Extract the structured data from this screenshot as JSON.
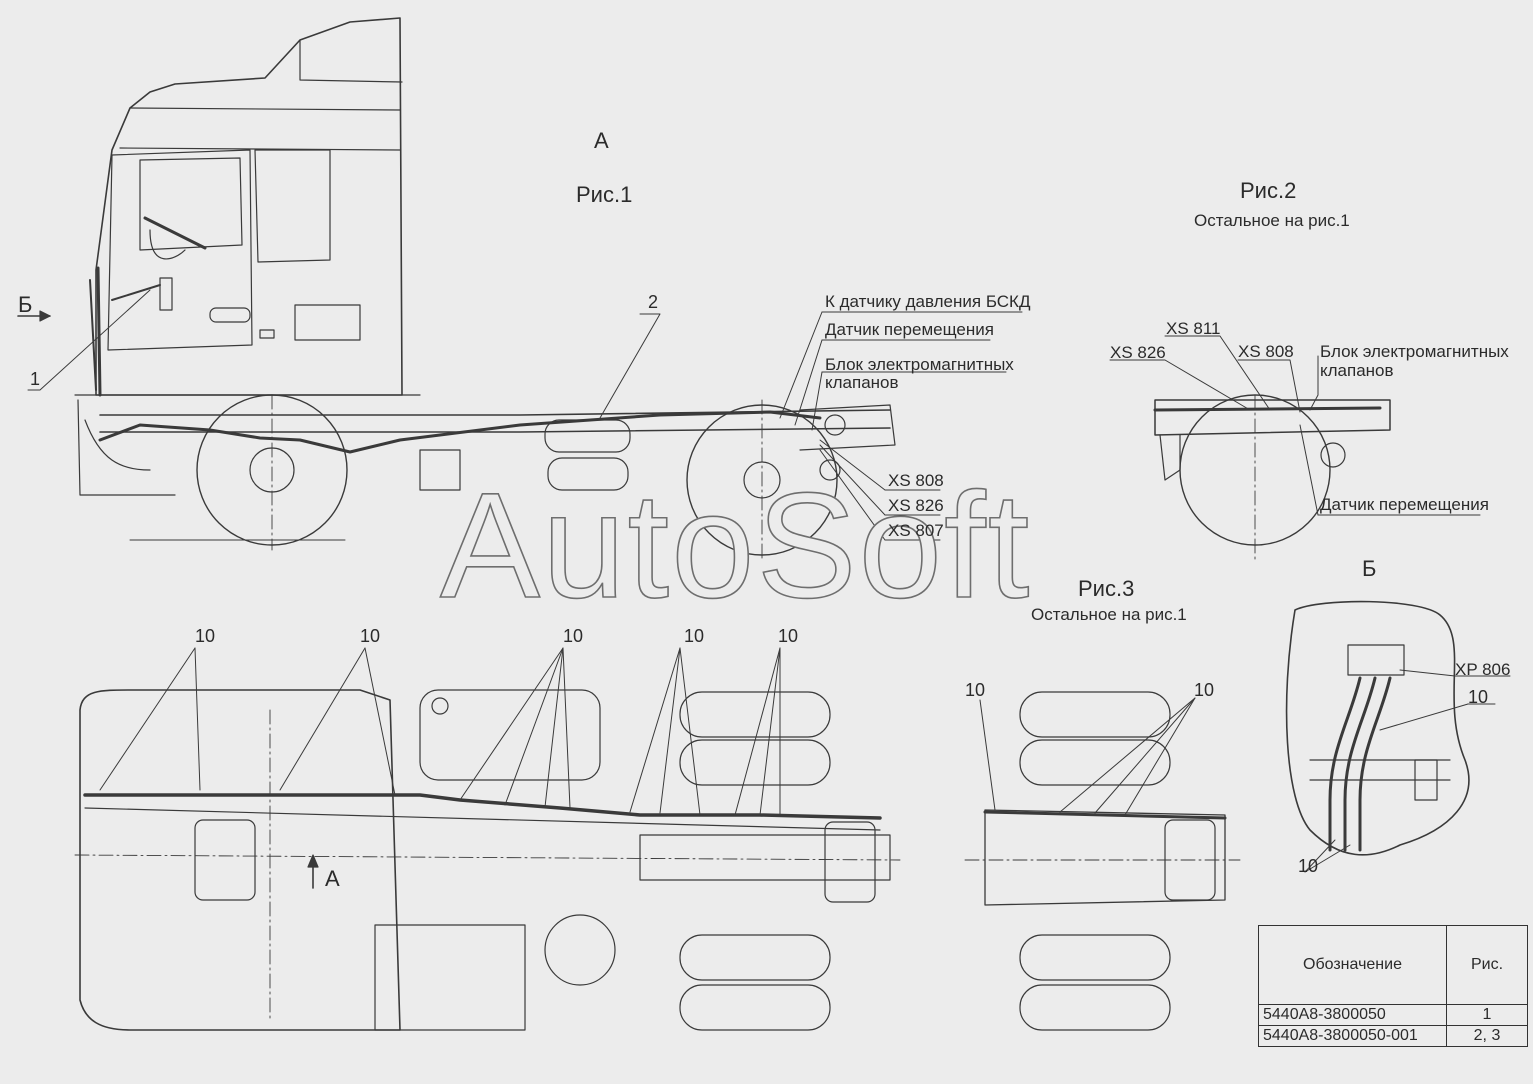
{
  "views": {
    "view_a": "А",
    "fig1": "Рис.1",
    "fig2": "Рис.2",
    "fig2_note": "Остальное на рис.1",
    "fig3": "Рис.3",
    "fig3_note": "Остальное на рис.1",
    "view_b": "Б",
    "arrow_b": "Б",
    "arrow_a": "А"
  },
  "fig1_labels": {
    "pos1": "1",
    "pos2": "2",
    "bskd": "К датчику давления БСКД",
    "displacement": "Датчик перемещения",
    "valve_block_l1": "Блок электромагнитных",
    "valve_block_l2": "клапанов",
    "xs808": "XS 808",
    "xs826": "XS 826",
    "xs807": "XS 807"
  },
  "fig2_labels": {
    "xs811": "XS 811",
    "xs826": "XS 826",
    "xs808": "XS 808",
    "valve_block_l1": "Блок электромагнитных",
    "valve_block_l2": "клапанов",
    "displacement": "Датчик перемещения"
  },
  "plan_labels": {
    "p10_a": "10",
    "p10_b": "10",
    "p10_c": "10",
    "p10_d": "10",
    "p10_e": "10",
    "fig3_10_left": "10",
    "fig3_10_right": "10",
    "xp806": "XP 806",
    "b_10_upper": "10",
    "b_10_lower": "10"
  },
  "watermark": "AutoSoft",
  "spec_table": {
    "headers": [
      "Обозначение",
      "Рис."
    ],
    "rows": [
      [
        "5440А8-3800050",
        "1"
      ],
      [
        "5440А8-3800050-001",
        "2, 3"
      ]
    ]
  }
}
